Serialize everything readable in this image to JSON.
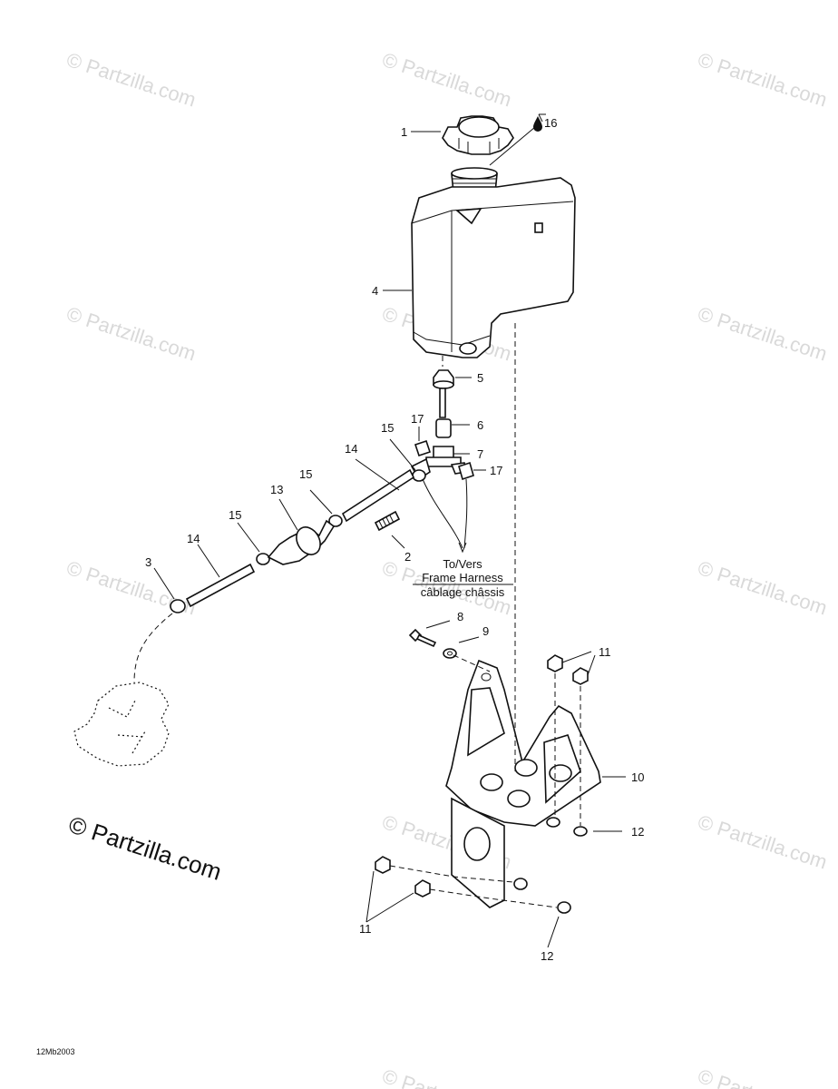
{
  "callouts": {
    "c1": "1",
    "c2": "2",
    "c3": "3",
    "c4": "4",
    "c5": "5",
    "c6": "6",
    "c7": "7",
    "c8": "8",
    "c9": "9",
    "c10": "10",
    "c11a": "11",
    "c11b": "11",
    "c12a": "12",
    "c12b": "12",
    "c13": "13",
    "c14a": "14",
    "c14b": "14",
    "c15a": "15",
    "c15b": "15",
    "c15c": "15",
    "c16": "16",
    "c17a": "17",
    "c17b": "17"
  },
  "note": {
    "line1": "To/Vers",
    "line2": "Frame Harness",
    "line3": "câblage châssis"
  },
  "watermark": {
    "tile": "© Partzilla.com",
    "main": "© Partzilla.com"
  },
  "figure_code": "12Mb2003"
}
